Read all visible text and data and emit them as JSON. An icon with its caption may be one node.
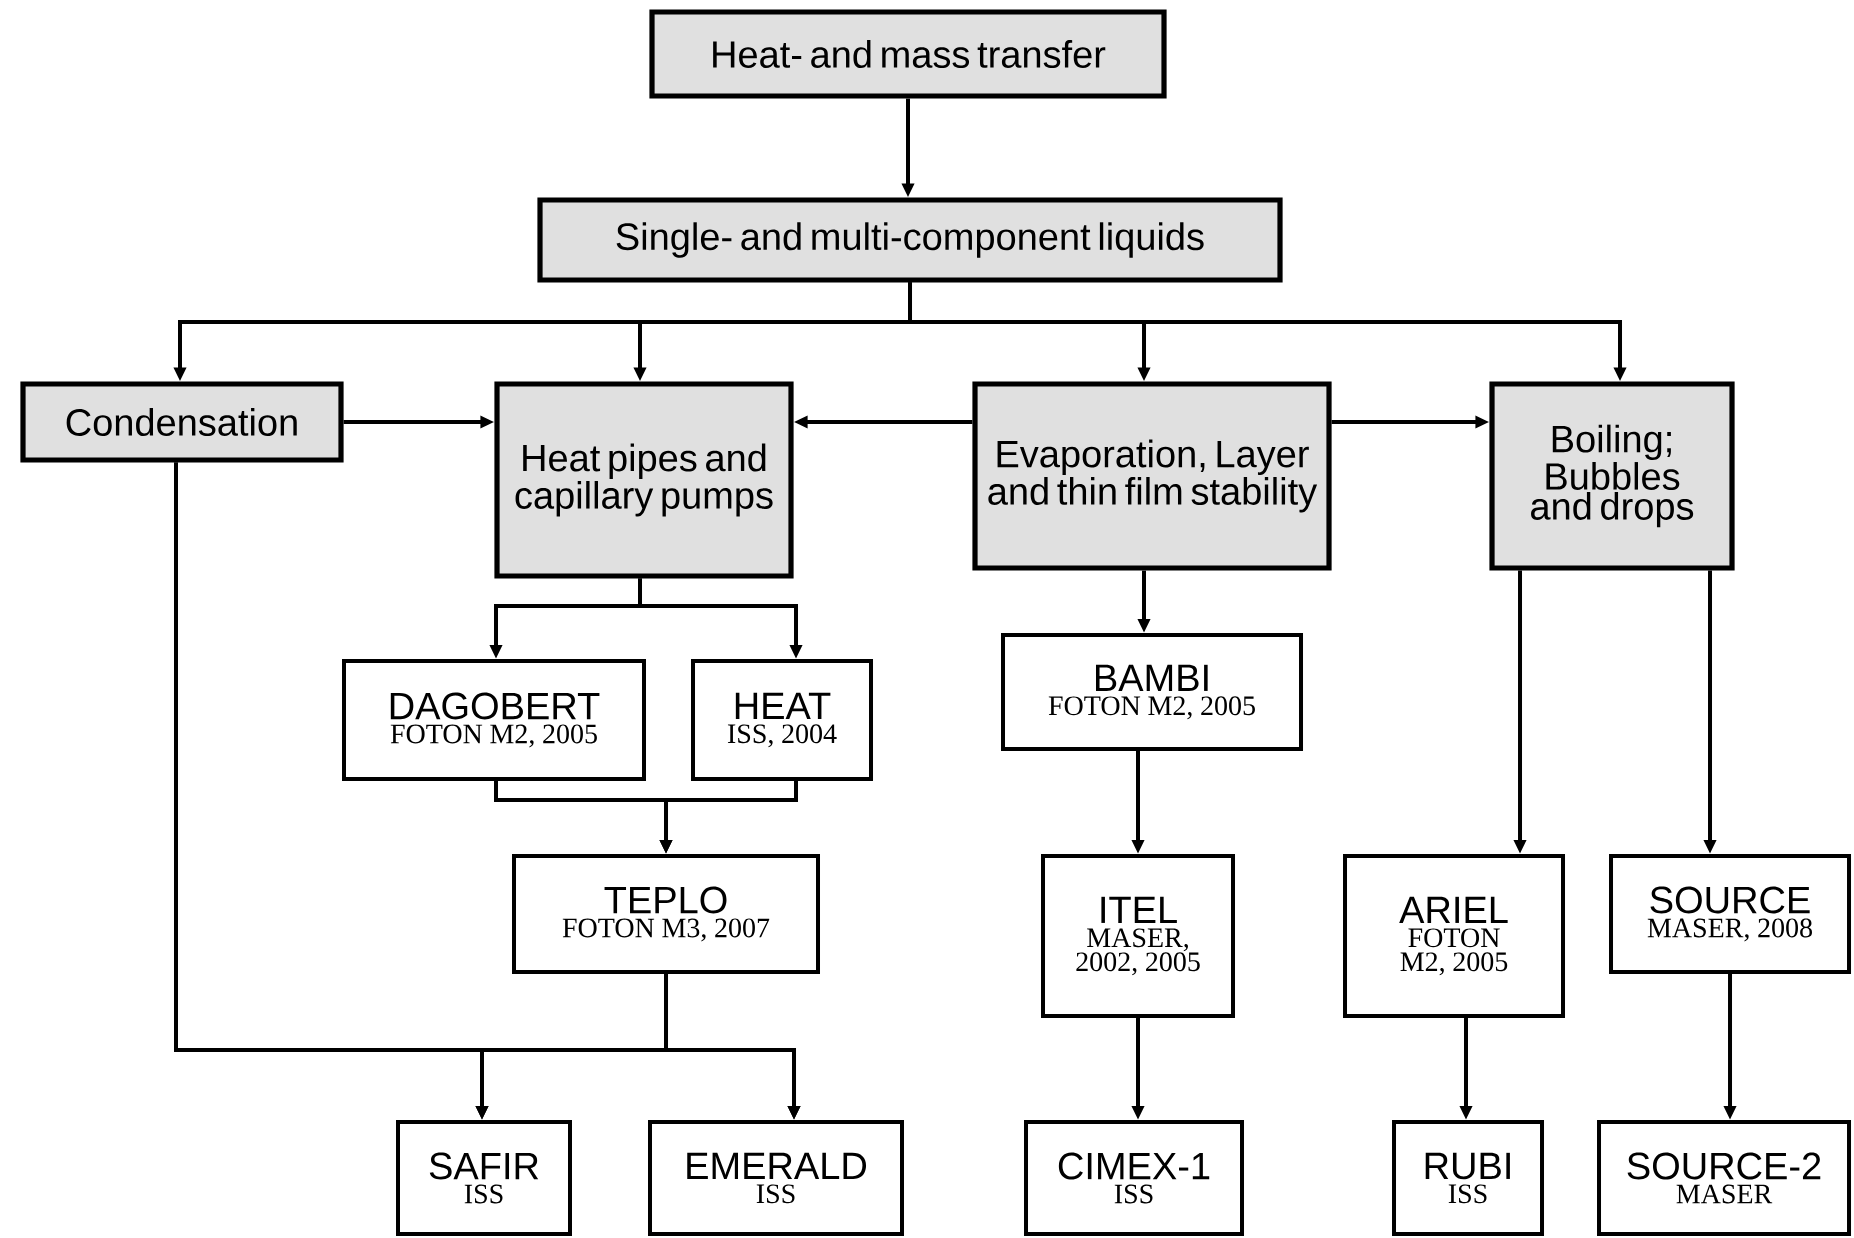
{
  "diagram": {
    "nodes": [
      {
        "text": [
          "Heat- and mass transfer"
        ]
      },
      {
        "text": [
          "Single- and multi-component liquids"
        ]
      },
      {
        "text": [
          "Condensation"
        ]
      },
      {
        "text": [
          "Heat pipes and capillary pumps"
        ]
      },
      {
        "text": [
          "Evaporation, Layer and thin film stability"
        ]
      },
      {
        "text": [
          "Boiling; Bubbles and drops"
        ]
      },
      {
        "text": [
          "DAGOBERT",
          "FOTON M2, 2005"
        ]
      },
      {
        "text": [
          "HEAT",
          "ISS, 2004"
        ]
      },
      {
        "text": [
          "BAMBI",
          "FOTON M2, 2005"
        ]
      },
      {
        "text": [
          "TEPLO",
          "FOTON M3, 2007"
        ]
      },
      {
        "text": [
          "ITEL",
          "MASER, 2002, 2005"
        ]
      },
      {
        "text": [
          "ARIEL",
          "FOTON M2, 2005"
        ]
      },
      {
        "text": [
          "SOURCE",
          "MASER, 2008"
        ]
      },
      {
        "text": [
          "SAFIR",
          "ISS"
        ]
      },
      {
        "text": [
          "EMERALD",
          "ISS"
        ]
      },
      {
        "text": [
          "CIMEX-1",
          "ISS"
        ]
      },
      {
        "text": [
          "RUBI",
          "ISS"
        ]
      },
      {
        "text": [
          "SOURCE-2",
          "MASER"
        ]
      }
    ],
    "edges": [
      {
        "from": 0,
        "to": 1,
        "arrow": "to"
      },
      {
        "from": 1,
        "to": 2,
        "arrow": "to"
      },
      {
        "from": 1,
        "to": 3,
        "arrow": "to"
      },
      {
        "from": 1,
        "to": 4,
        "arrow": "to"
      },
      {
        "from": 1,
        "to": 5,
        "arrow": "to"
      },
      {
        "from": 2,
        "to": 3,
        "arrow": "to"
      },
      {
        "from": 4,
        "to": 3,
        "arrow": "to"
      },
      {
        "from": 4,
        "to": 5,
        "arrow": "to"
      },
      {
        "from": 3,
        "to": 6,
        "arrow": "to"
      },
      {
        "from": 3,
        "to": 7,
        "arrow": "to"
      },
      {
        "from": 6,
        "to": 9,
        "arrow": "to"
      },
      {
        "from": 7,
        "to": 9,
        "arrow": "to"
      },
      {
        "from": 4,
        "to": 8,
        "arrow": "to"
      },
      {
        "from": 8,
        "to": 10,
        "arrow": "to"
      },
      {
        "from": 10,
        "to": 15,
        "arrow": "to"
      },
      {
        "from": 5,
        "to": 11,
        "arrow": "to"
      },
      {
        "from": 5,
        "to": 12,
        "arrow": "to"
      },
      {
        "from": 11,
        "to": 16,
        "arrow": "to"
      },
      {
        "from": 12,
        "to": 17,
        "arrow": "to"
      },
      {
        "from": 2,
        "to": 13,
        "arrow": "to"
      },
      {
        "from": 2,
        "to": 14,
        "arrow": "to"
      },
      {
        "from": 9,
        "to": 13,
        "arrow": "to"
      },
      {
        "from": 9,
        "to": 14,
        "arrow": "to"
      }
    ]
  }
}
